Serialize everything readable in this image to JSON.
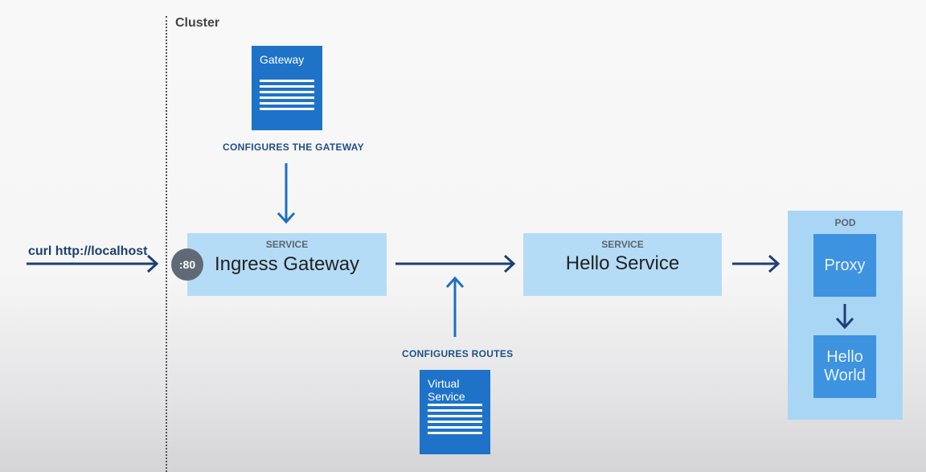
{
  "cluster": {
    "label": "Cluster"
  },
  "client": {
    "command": "curl http://localhost"
  },
  "gateway_doc": {
    "title": "Gateway",
    "caption": "CONFIGURES THE GATEWAY"
  },
  "ingress": {
    "kicker": "SERVICE",
    "name": "Ingress Gateway",
    "port": ":80"
  },
  "hello_service": {
    "kicker": "SERVICE",
    "name": "Hello Service"
  },
  "virtual_service_doc": {
    "title_line1": "Virtual",
    "title_line2": "Service",
    "caption": "CONFIGURES ROUTES"
  },
  "pod": {
    "label": "POD",
    "proxy": "Proxy",
    "app_line1": "Hello",
    "app_line2": "World"
  },
  "colors": {
    "doc_blue": "#1e73c8",
    "service_fill": "#b5dcf6",
    "pod_fill": "#a9d6f5",
    "container_fill": "#3e93e0",
    "arrow_dark": "#1d3f73",
    "arrow_blue": "#1e6fc0",
    "caption_text": "#1d4f8a",
    "port_badge": "#5f6a76"
  }
}
